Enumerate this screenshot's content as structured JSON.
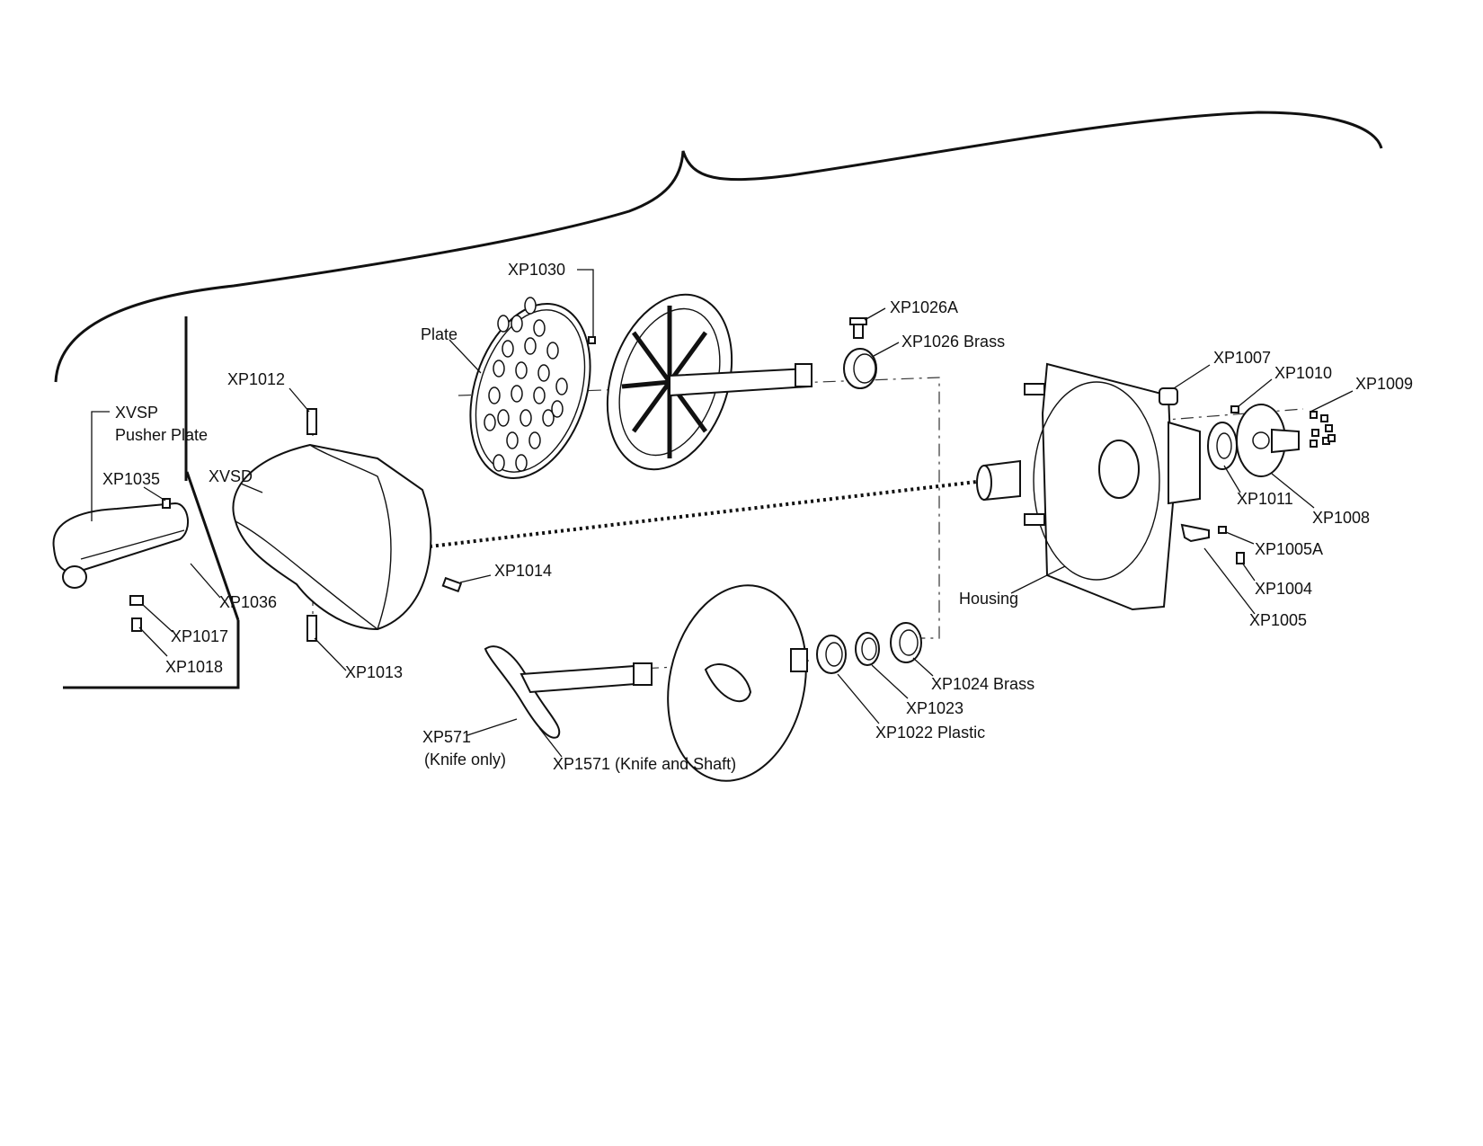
{
  "labels": {
    "xp1030": "XP1030",
    "plate": "Plate",
    "xp1026a": "XP1026A",
    "xp1026": "XP1026 Brass",
    "xp1012": "XP1012",
    "xvsp1": "XVSP",
    "xvsp2": "Pusher Plate",
    "xp1035": "XP1035",
    "xvsd": "XVSD",
    "xp1036": "XP1036",
    "xp1014": "XP1014",
    "xp1017": "XP1017",
    "xp1018": "XP1018",
    "xp1013": "XP1013",
    "xp1007": "XP1007",
    "xp1010": "XP1010",
    "xp1009": "XP1009",
    "xp1011": "XP1011",
    "xp1008": "XP1008",
    "xp1005a": "XP1005A",
    "xp1004": "XP1004",
    "xp1005": "XP1005",
    "housing": "Housing",
    "xp1024": "XP1024 Brass",
    "xp1023": "XP1023",
    "xp1022": "XP1022 Plastic",
    "xp571a": "XP571",
    "xp571b": "(Knife only)",
    "xp1571": "XP1571 (Knife and Shaft)"
  }
}
